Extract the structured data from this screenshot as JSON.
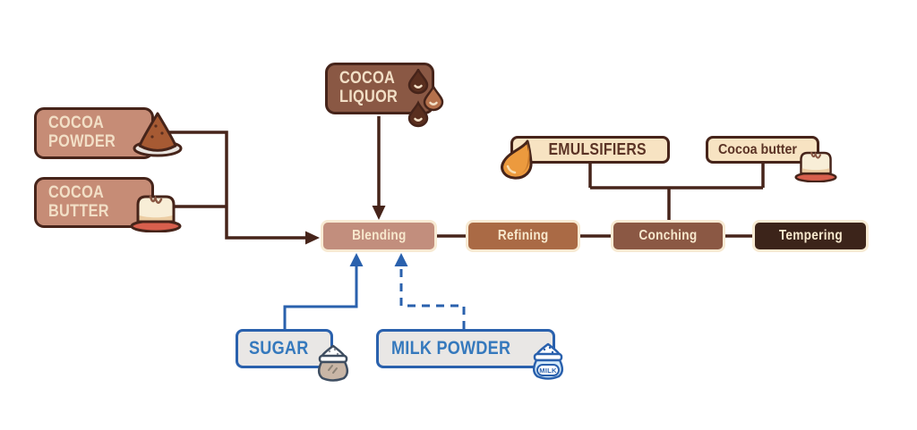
{
  "boxes": {
    "cocoa_powder": {
      "line1": "COCOA",
      "line2": "POWDER"
    },
    "cocoa_butter": {
      "line1": "COCOA",
      "line2": "BUTTER"
    },
    "cocoa_liquor": {
      "line1": "COCOA",
      "line2": "LIQUOR"
    },
    "emulsifiers": {
      "label": "EMULSIFIERS"
    },
    "cocoa_butter_small": {
      "label": "Cocoa butter"
    },
    "sugar": {
      "label": "SUGAR"
    },
    "milk_powder": {
      "label": "MILK POWDER",
      "bag_label": "MILK"
    }
  },
  "process_steps": [
    {
      "label": "Blending",
      "fill": "#c28e7d"
    },
    {
      "label": "Refining",
      "fill": "#aa6a45"
    },
    {
      "label": "Conching",
      "fill": "#8b5844"
    },
    {
      "label": "Tempering",
      "fill": "#3c241a"
    }
  ],
  "colors": {
    "outline_dark_brown": "#46241a",
    "ingredient_rosy_fill": "#c68c76",
    "liquor_brown_fill": "#8a5844",
    "cream_fill": "#f7e3c2",
    "cream_text": "#f2dfc6",
    "dark_brown_text": "#5b3325",
    "blue_border": "#2a61ad",
    "blue_text": "#3579bd",
    "gray_fill": "#e9e7e5",
    "emulsifier_orange": "#ec9a3e",
    "powder_mound_brown": "#a65a33"
  }
}
